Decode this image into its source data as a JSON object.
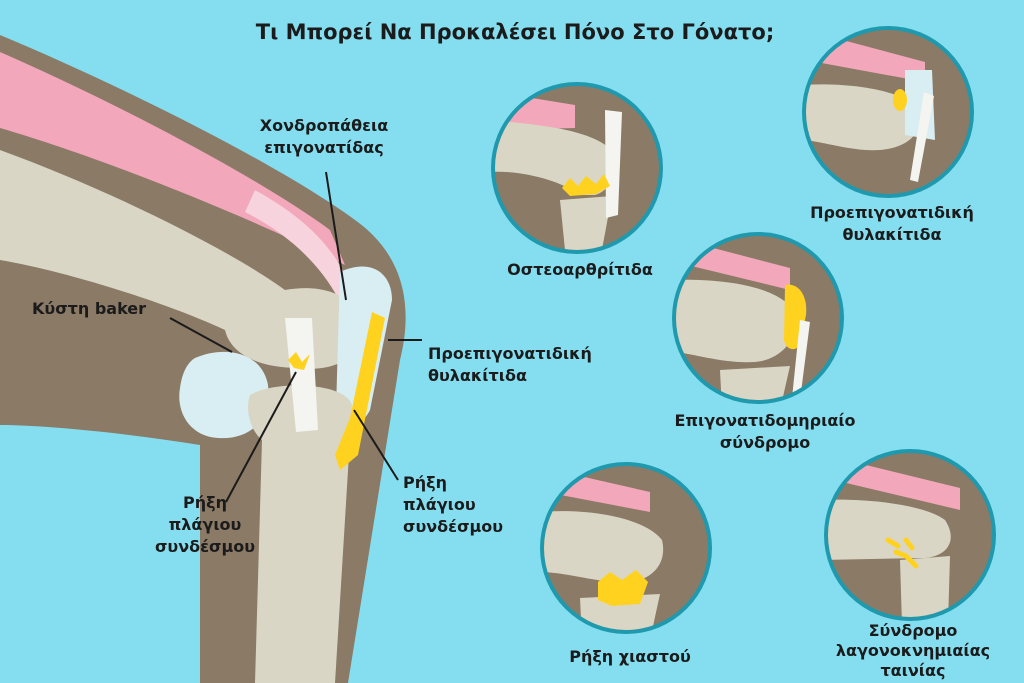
{
  "title": "Τι Μπορεί Να Προκαλέσει Πόνο Στο Γόνατο;",
  "colors": {
    "background": "#85def0",
    "skin": "#8a7a66",
    "bone": "#d9d6c5",
    "cartilage": "#d8eef2",
    "muscle": "#f2a7ba",
    "highlight": "#ffd21f",
    "inset_ring": "#1e99ad"
  },
  "main_labels": {
    "patellar_chondropathy": [
      "Χονδροπάθεια",
      "επιγονατίδας"
    ],
    "baker_cyst": "Κύστη baker",
    "prepatellar_bursitis": [
      "Προεπιγονατιδική",
      "θυλακίτιδα"
    ],
    "ligament_tear_left": [
      "Ρήξη",
      "πλάγιου",
      "συνδέσμου"
    ],
    "ligament_tear_right": [
      "Ρήξη",
      "πλάγιου",
      "συνδέσμου"
    ]
  },
  "insets": {
    "osteoarthritis": "Οστεοαρθρίτιδα",
    "prepatellar_bursitis": [
      "Προεπιγονατιδική",
      "θυλακίτιδα"
    ],
    "patellofemoral_syndrome": [
      "Επιγονατιδομηριαίο",
      "σύνδρομο"
    ],
    "meniscus_tear": "Ρήξη χιαστού",
    "it_band_syndrome": [
      "Σύνδρομο",
      "λαγονοκνημιαίας",
      "ταινίας"
    ]
  }
}
